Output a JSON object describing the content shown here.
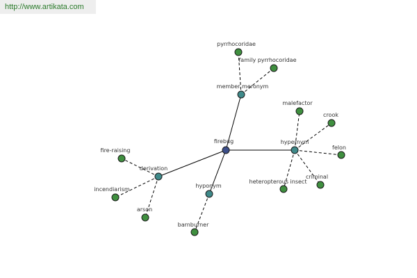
{
  "watermark": {
    "text": "http://www.artikata.com"
  },
  "graph": {
    "center": {
      "id": "firebug",
      "label": "firebug"
    },
    "relations": [
      {
        "id": "member-meronym",
        "label": "member meronym"
      },
      {
        "id": "hypernym",
        "label": "hypernym"
      },
      {
        "id": "derivation",
        "label": "derivation"
      },
      {
        "id": "hyponym",
        "label": "hyponym"
      }
    ],
    "leaves": [
      {
        "id": "pyrrhocoridae",
        "label": "pyrrhocoridae",
        "relation": "member-meronym"
      },
      {
        "id": "family-pyrrhocoridae",
        "label": "family pyrrhocoridae",
        "relation": "member-meronym"
      },
      {
        "id": "malefactor",
        "label": "malefactor",
        "relation": "hypernym"
      },
      {
        "id": "crook",
        "label": "crook",
        "relation": "hypernym"
      },
      {
        "id": "felon",
        "label": "felon",
        "relation": "hypernym"
      },
      {
        "id": "criminal",
        "label": "criminal",
        "relation": "hypernym"
      },
      {
        "id": "heteropterous-insect",
        "label": "heteropterous insect",
        "relation": "hypernym"
      },
      {
        "id": "fire-raising",
        "label": "fire-raising",
        "relation": "derivation"
      },
      {
        "id": "incendiarism",
        "label": "incendiarism",
        "relation": "derivation"
      },
      {
        "id": "arson",
        "label": "arson",
        "relation": "derivation"
      },
      {
        "id": "barnburner",
        "label": "barnburner",
        "relation": "hyponym"
      }
    ]
  }
}
